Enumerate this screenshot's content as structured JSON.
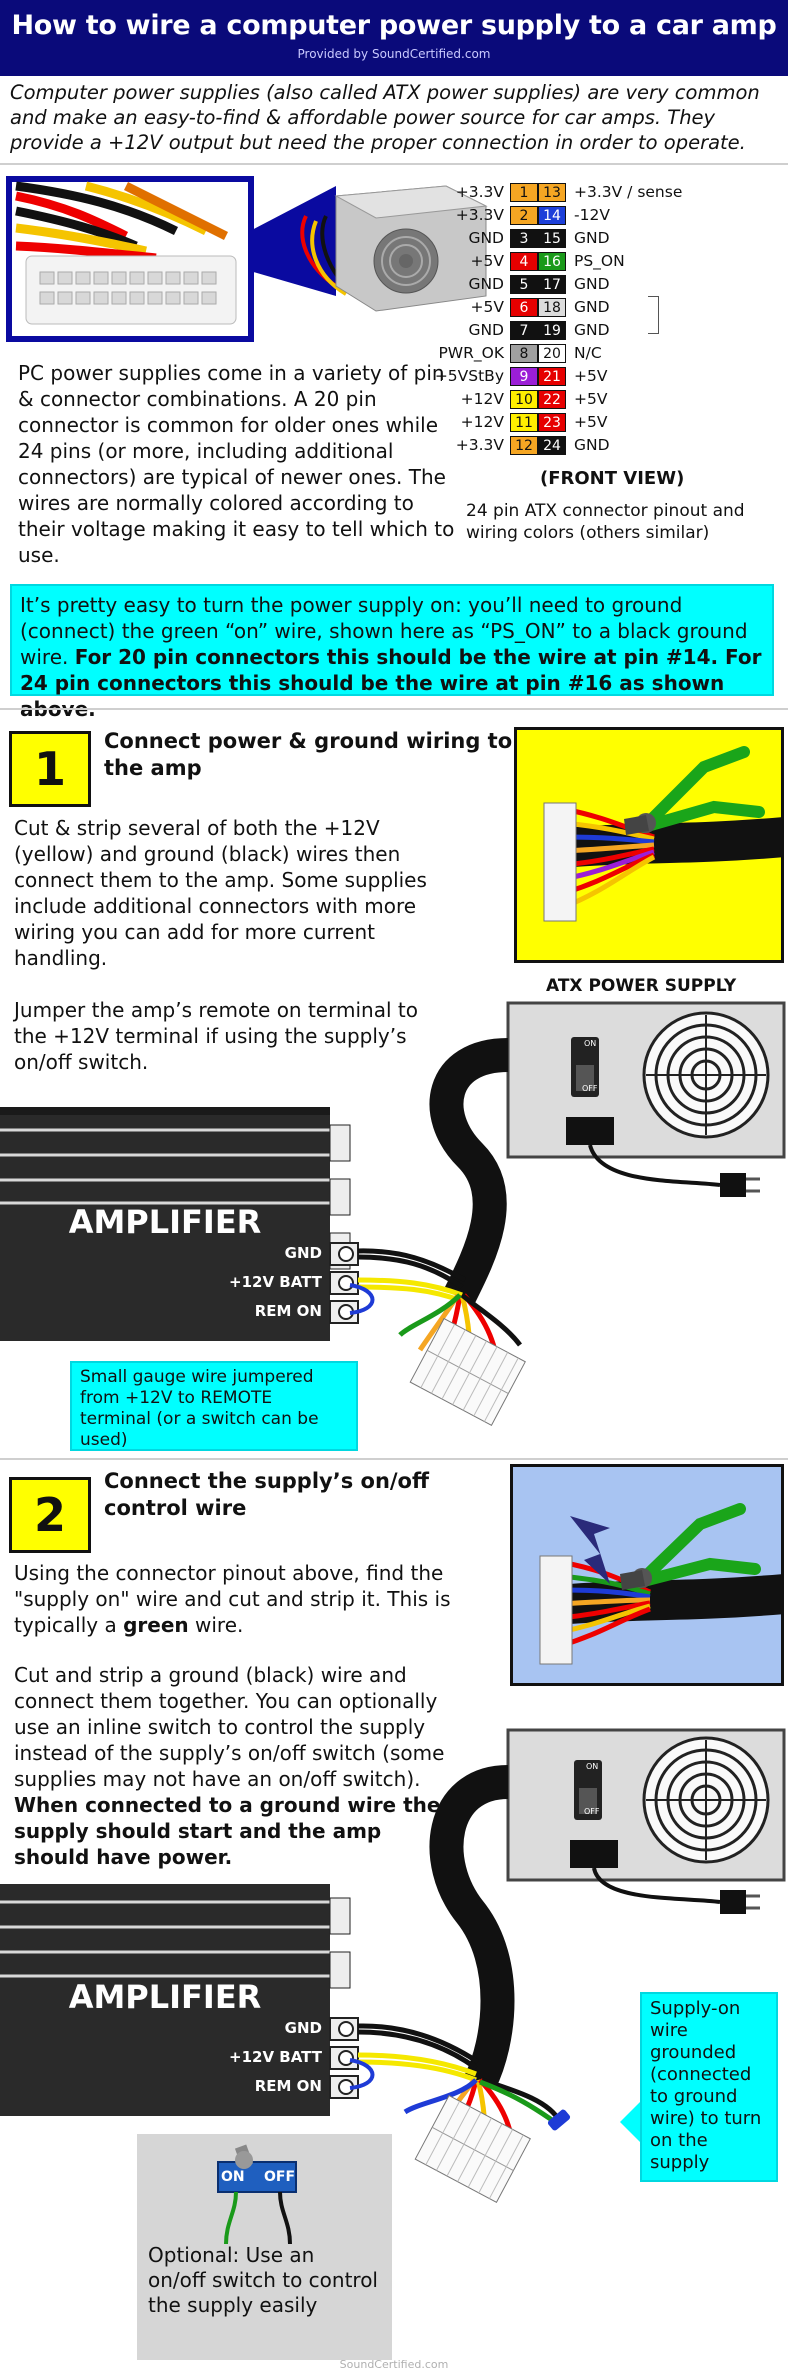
{
  "header": {
    "title": "How to wire a computer power supply to a car amp",
    "credit": "Provided by SoundCertified.com"
  },
  "intro": "Computer power supplies (also called ATX power supplies) are very common and make an easy-to-find & affordable power source for car amps. They provide a +12V output but need the proper connection in order to operate.",
  "pc_text": "PC power supplies come in a variety of pin & connector combinations. A 20 pin connector is common for older ones while 24 pins (or more, including additional connectors) are typical of newer ones. The wires are normally colored according to their voltage making it easy to tell which to use.",
  "pinout": {
    "rows": [
      {
        "left_label": "+3.3V",
        "pin_a": "1",
        "color_a": "#f5a623",
        "text_a": "#111",
        "pin_b": "13",
        "color_b": "#f5a623",
        "text_b": "#111",
        "right_label": "+3.3V / sense"
      },
      {
        "left_label": "+3.3V",
        "pin_a": "2",
        "color_a": "#f5a623",
        "text_a": "#111",
        "pin_b": "14",
        "color_b": "#1c3fd9",
        "text_b": "#fff",
        "right_label": "-12V"
      },
      {
        "left_label": "GND",
        "pin_a": "3",
        "color_a": "#111111",
        "text_a": "#fff",
        "pin_b": "15",
        "color_b": "#111111",
        "text_b": "#fff",
        "right_label": "GND"
      },
      {
        "left_label": "+5V",
        "pin_a": "4",
        "color_a": "#e60000",
        "text_a": "#fff",
        "pin_b": "16",
        "color_b": "#1a9a1a",
        "text_b": "#fff",
        "right_label": "PS_ON"
      },
      {
        "left_label": "GND",
        "pin_a": "5",
        "color_a": "#111111",
        "text_a": "#fff",
        "pin_b": "17",
        "color_b": "#111111",
        "text_b": "#fff",
        "right_label": "GND"
      },
      {
        "left_label": "+5V",
        "pin_a": "6",
        "color_a": "#e60000",
        "text_a": "#fff",
        "pin_b": "18",
        "color_b": "#dcdcdc",
        "text_b": "#111",
        "right_label": "GND"
      },
      {
        "left_label": "GND",
        "pin_a": "7",
        "color_a": "#111111",
        "text_a": "#fff",
        "pin_b": "19",
        "color_b": "#111111",
        "text_b": "#fff",
        "right_label": "GND"
      },
      {
        "left_label": "PWR_OK",
        "pin_a": "8",
        "color_a": "#a0a0a0",
        "text_a": "#111",
        "pin_b": "20",
        "color_b": "#ffffff",
        "text_b": "#111",
        "right_label": "N/C"
      },
      {
        "left_label": "+5VStBy",
        "pin_a": "9",
        "color_a": "#9b1ed6",
        "text_a": "#fff",
        "pin_b": "21",
        "color_b": "#e60000",
        "text_b": "#fff",
        "right_label": "+5V"
      },
      {
        "left_label": "+12V",
        "pin_a": "10",
        "color_a": "#ffee00",
        "text_a": "#111",
        "pin_b": "22",
        "color_b": "#e60000",
        "text_b": "#fff",
        "right_label": "+5V"
      },
      {
        "left_label": "+12V",
        "pin_a": "11",
        "color_a": "#ffee00",
        "text_a": "#111",
        "pin_b": "23",
        "color_b": "#e60000",
        "text_b": "#fff",
        "right_label": "+5V"
      },
      {
        "left_label": "+3.3V",
        "pin_a": "12",
        "color_a": "#f5a623",
        "text_a": "#111",
        "pin_b": "24",
        "color_b": "#111111",
        "text_b": "#fff",
        "right_label": "GND"
      }
    ],
    "front_view": "(FRONT VIEW)",
    "caption": "24 pin ATX connector pinout and wiring colors (others similar)"
  },
  "turn_on": {
    "normal": "It’s pretty easy to turn the power supply on: you’ll need to ground (connect) the green “on” wire, shown here as “PS_ON” to a black ground wire. ",
    "bold": "For 20 pin connectors this should be the wire at pin #14. For 24 pin connectors this should be the wire at pin #16 as shown above."
  },
  "step1": {
    "number": "1",
    "heading": "Connect power & ground wiring to the amp",
    "text_a": "Cut & strip several of both the +12V (yellow) and ground (black) wires then connect them to the amp. Some supplies include additional connectors with more wiring you can add for more current handling.",
    "text_b": "Jumper the amp’s remote on terminal to the +12V terminal if using the supply’s on/off switch.",
    "psu_title": "ATX POWER SUPPLY",
    "switch_on": "ON",
    "switch_off": "OFF",
    "amp_label": "AMPLIFIER",
    "terminal_gnd": "GND",
    "terminal_12v": "+12V BATT",
    "terminal_rem": "REM ON",
    "jumper_note": "Small gauge wire jumpered from +12V to REMOTE terminal (or a switch can be used)"
  },
  "step2": {
    "number": "2",
    "heading": "Connect the supply’s on/off control wire",
    "text_a": "Using the connector pinout above, find the \"supply on\" wire and cut and strip it. This is typically a ",
    "text_a_bold": "green",
    "text_a_end": " wire.",
    "text_b": "Cut and strip a ground (black) wire and connect them together. You can optionally use an inline switch to control the supply instead of the supply’s on/off switch (some supplies may not have an on/off switch). ",
    "text_b_bold": "When connected to a ground wire the supply should start and the amp should have power.",
    "switch_on": "ON",
    "switch_off": "OFF",
    "amp_label": "AMPLIFIER",
    "terminal_gnd": "GND",
    "terminal_12v": "+12V BATT",
    "terminal_rem": "REM ON",
    "grounded_note": "Supply-on wire grounded (connected to ground wire) to turn on the supply",
    "toggle_on": "ON",
    "toggle_off": "OFF",
    "optional_note": "Optional: Use an on/off switch to control the supply easily"
  },
  "footer": "SoundCertified.com"
}
